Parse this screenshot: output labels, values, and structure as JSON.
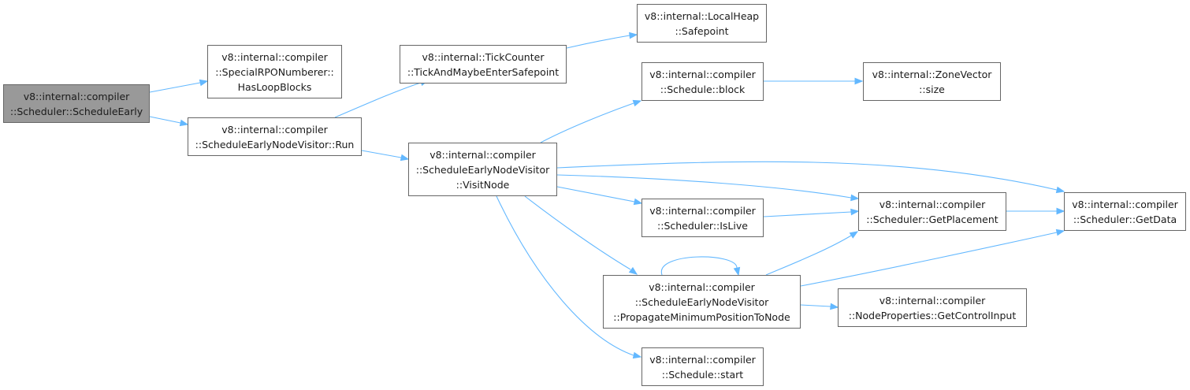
{
  "graph": {
    "nodes": {
      "schedule_early": {
        "lines": [
          "v8::internal::compiler",
          "::Scheduler::ScheduleEarly"
        ],
        "root": true
      },
      "has_loop_blocks": {
        "lines": [
          "v8::internal::compiler",
          "::SpecialRPONumberer::",
          "HasLoopBlocks"
        ]
      },
      "run": {
        "lines": [
          "v8::internal::compiler",
          "::ScheduleEarlyNodeVisitor::Run"
        ]
      },
      "tick": {
        "lines": [
          "v8::internal::TickCounter",
          "::TickAndMaybeEnterSafepoint"
        ]
      },
      "safepoint": {
        "lines": [
          "v8::internal::LocalHeap",
          "::Safepoint"
        ]
      },
      "visit_node": {
        "lines": [
          "v8::internal::compiler",
          "::ScheduleEarlyNodeVisitor",
          "::VisitNode"
        ]
      },
      "block": {
        "lines": [
          "v8::internal::compiler",
          "::Schedule::block"
        ]
      },
      "zone_size": {
        "lines": [
          "v8::internal::ZoneVector",
          "::size"
        ]
      },
      "get_placement": {
        "lines": [
          "v8::internal::compiler",
          "::Scheduler::GetPlacement"
        ]
      },
      "get_data": {
        "lines": [
          "v8::internal::compiler",
          "::Scheduler::GetData"
        ]
      },
      "is_live": {
        "lines": [
          "v8::internal::compiler",
          "::Scheduler::IsLive"
        ]
      },
      "propagate": {
        "lines": [
          "v8::internal::compiler",
          "::ScheduleEarlyNodeVisitor",
          "::PropagateMinimumPositionToNode"
        ]
      },
      "get_control_input": {
        "lines": [
          "v8::internal::compiler",
          "::NodeProperties::GetControlInput"
        ]
      },
      "start": {
        "lines": [
          "v8::internal::compiler",
          "::Schedule::start"
        ]
      }
    }
  }
}
